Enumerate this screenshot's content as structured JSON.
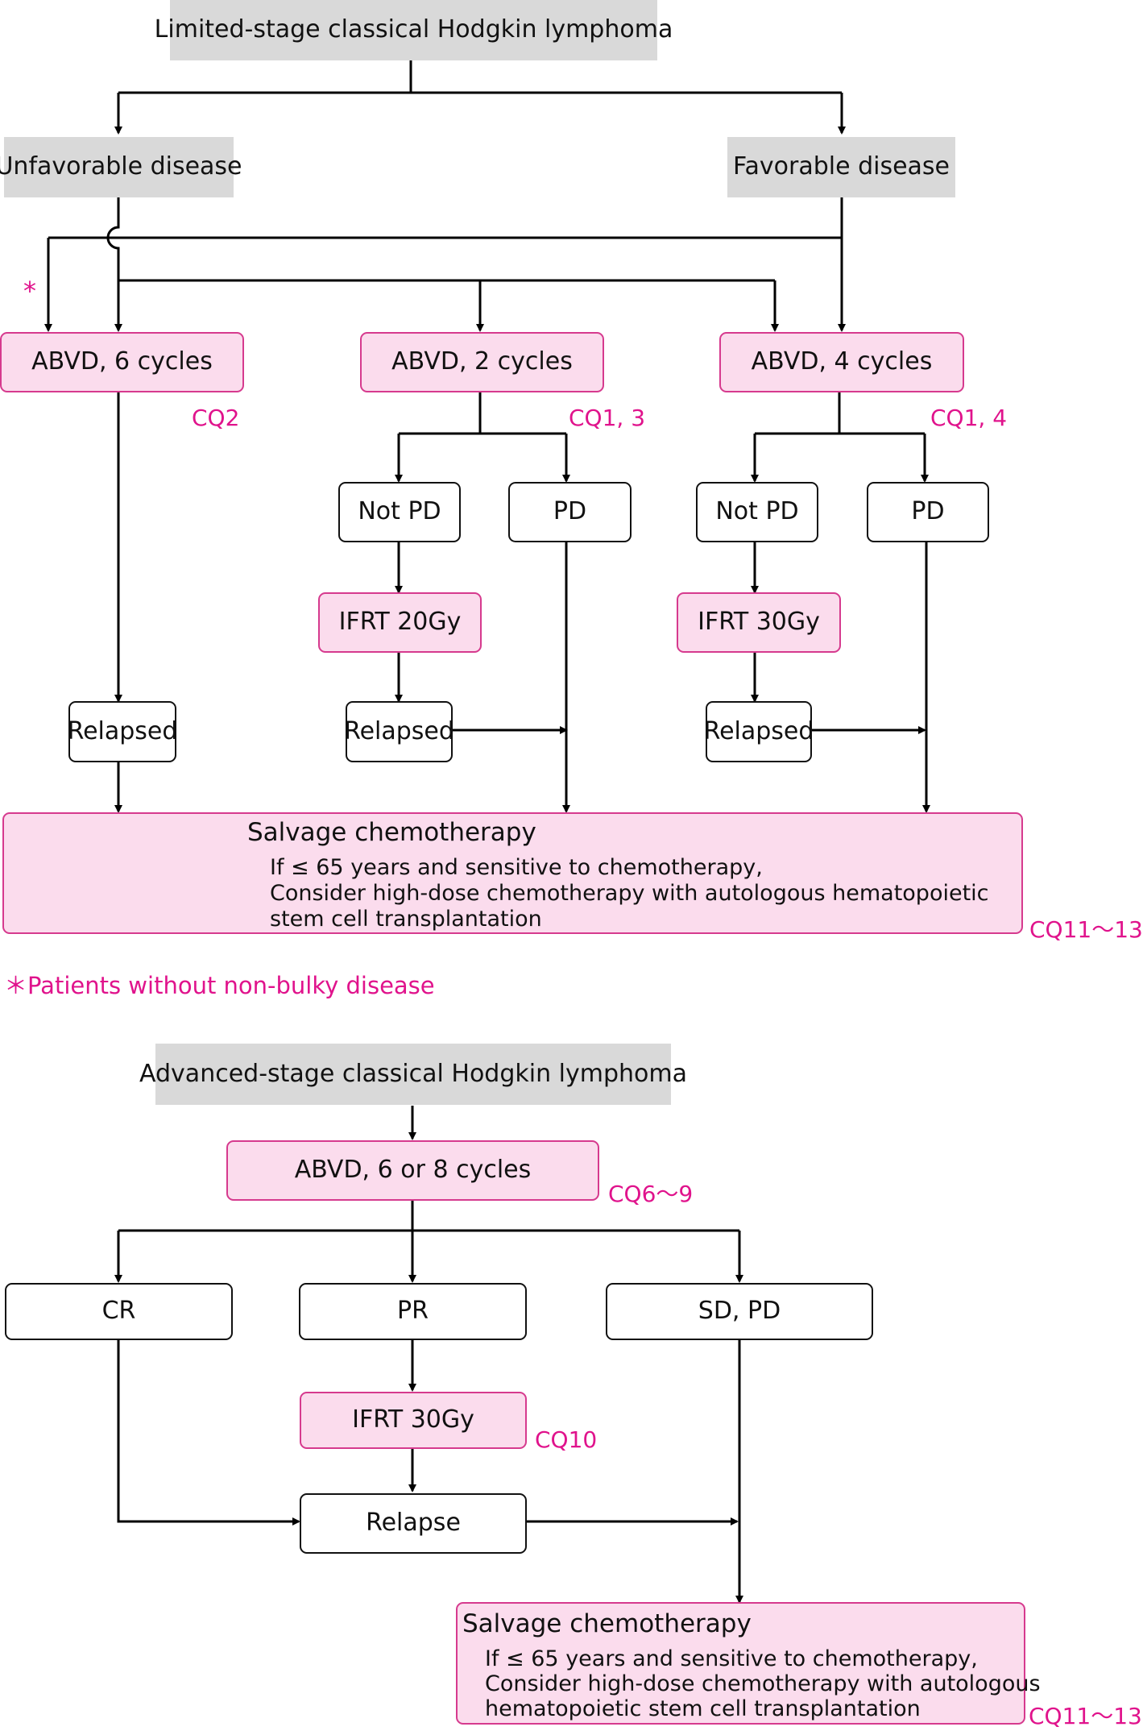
{
  "limited": {
    "title": "Limited-stage classical Hodgkin lymphoma",
    "unfavorable": "Unfavorable disease",
    "favorable": "Favorable disease",
    "asterisk": "*",
    "abvd6": "ABVD, 6 cycles",
    "abvd2": "ABVD, 2 cycles",
    "abvd4": "ABVD, 4 cycles",
    "cq_abvd6": "CQ2",
    "cq_abvd2": "CQ1, 3",
    "cq_abvd4": "CQ1, 4",
    "not_pd": "Not PD",
    "pd": "PD",
    "ifrt20": "IFRT 20Gy",
    "ifrt30": "IFRT 30Gy",
    "relapsed": "Relapsed",
    "salvage": {
      "title": "Salvage chemotherapy",
      "line1": "If ≤ 65 years and sensitive to chemotherapy,",
      "line2": "Consider high-dose chemotherapy with autologous hematopoietic",
      "line3": "stem cell transplantation"
    },
    "cq_salvage": "CQ11〜13",
    "footnote": "＊Patients without non-bulky disease"
  },
  "advanced": {
    "title": "Advanced-stage classical Hodgkin lymphoma",
    "abvd": "ABVD, 6 or 8 cycles",
    "cq_abvd": "CQ6〜9",
    "cr": "CR",
    "pr": "PR",
    "sd_pd": "SD, PD",
    "ifrt30": "IFRT 30Gy",
    "cq_ifrt": "CQ10",
    "relapse": "Relapse",
    "salvage": {
      "title": "Salvage chemotherapy",
      "line1": "If ≤ 65 years and sensitive to chemotherapy,",
      "line2": "Consider high-dose chemotherapy with autologous",
      "line3": "hematopoietic stem cell transplantation"
    },
    "cq_salvage": "CQ11〜13"
  },
  "colors": {
    "accent": "#e0138c",
    "pink_fill": "#fbdced",
    "pink_border": "#d63a8e",
    "gray_fill": "#d9d9d9",
    "line": "#000000"
  }
}
